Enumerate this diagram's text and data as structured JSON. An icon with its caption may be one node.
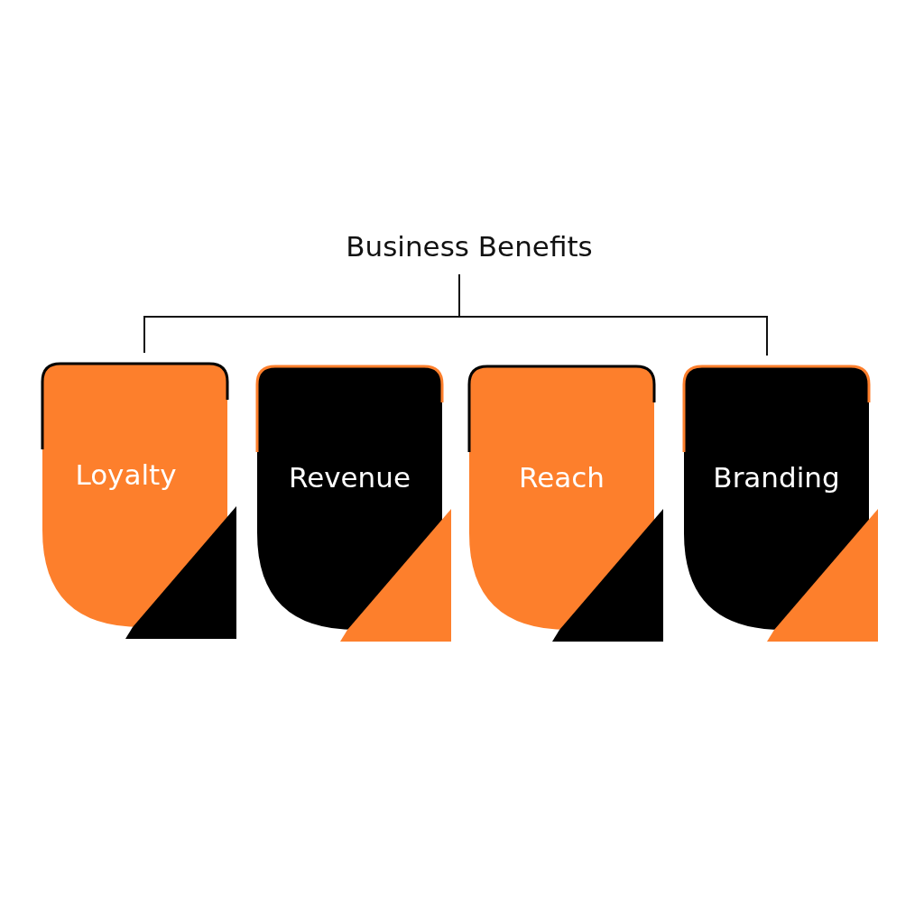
{
  "diagram": {
    "nodes": [
      {
        "text": [
          "Business Benefits"
        ]
      },
      {
        "text": [
          "Loyalty"
        ]
      },
      {
        "text": [
          "Revenue"
        ]
      },
      {
        "text": [
          "Reach"
        ]
      },
      {
        "text": [
          "Branding"
        ]
      }
    ],
    "edges": [
      {
        "from": 0,
        "to": 1,
        "arrow": "none"
      },
      {
        "from": 0,
        "to": 4,
        "arrow": "none"
      }
    ]
  }
}
